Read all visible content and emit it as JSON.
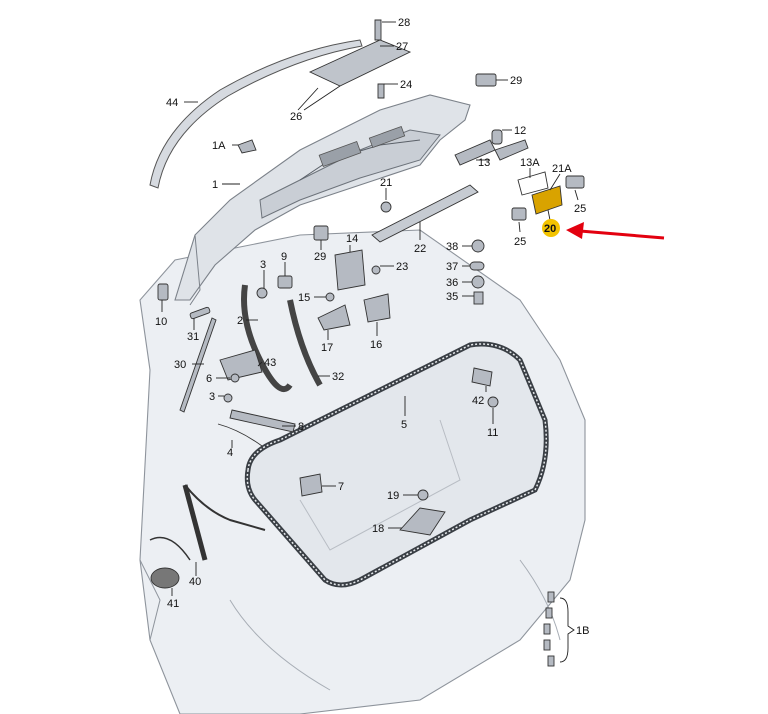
{
  "highlight": {
    "label": "20",
    "color": "#f3c300",
    "arrow_color": "#e3000f"
  },
  "callouts": [
    {
      "id": "c28",
      "label": "28"
    },
    {
      "id": "c27",
      "label": "27"
    },
    {
      "id": "c29",
      "label": "29"
    },
    {
      "id": "c24",
      "label": "24"
    },
    {
      "id": "c44",
      "label": "44"
    },
    {
      "id": "c26",
      "label": "26"
    },
    {
      "id": "c12",
      "label": "12"
    },
    {
      "id": "c1A",
      "label": "1A"
    },
    {
      "id": "c13",
      "label": "13"
    },
    {
      "id": "c13A",
      "label": "13A"
    },
    {
      "id": "c21A",
      "label": "21A"
    },
    {
      "id": "c1",
      "label": "1"
    },
    {
      "id": "c21",
      "label": "21"
    },
    {
      "id": "c25a",
      "label": "25"
    },
    {
      "id": "c25b",
      "label": "25"
    },
    {
      "id": "c22",
      "label": "22"
    },
    {
      "id": "c14",
      "label": "14"
    },
    {
      "id": "c38",
      "label": "38"
    },
    {
      "id": "c9",
      "label": "9"
    },
    {
      "id": "c29b",
      "label": "29"
    },
    {
      "id": "c3a",
      "label": "3"
    },
    {
      "id": "c23",
      "label": "23"
    },
    {
      "id": "c37",
      "label": "37"
    },
    {
      "id": "c36",
      "label": "36"
    },
    {
      "id": "c15",
      "label": "15"
    },
    {
      "id": "c35",
      "label": "35"
    },
    {
      "id": "c10",
      "label": "10"
    },
    {
      "id": "c31",
      "label": "31"
    },
    {
      "id": "c2",
      "label": "2"
    },
    {
      "id": "c17",
      "label": "17"
    },
    {
      "id": "c16",
      "label": "16"
    },
    {
      "id": "c43",
      "label": "43"
    },
    {
      "id": "c30",
      "label": "30"
    },
    {
      "id": "c6",
      "label": "6"
    },
    {
      "id": "c32",
      "label": "32"
    },
    {
      "id": "c3b",
      "label": "3"
    },
    {
      "id": "c42",
      "label": "42"
    },
    {
      "id": "c5",
      "label": "5"
    },
    {
      "id": "c8",
      "label": "8"
    },
    {
      "id": "c11",
      "label": "11"
    },
    {
      "id": "c4",
      "label": "4"
    },
    {
      "id": "c7",
      "label": "7"
    },
    {
      "id": "c19",
      "label": "19"
    },
    {
      "id": "c18",
      "label": "18"
    },
    {
      "id": "c40",
      "label": "40"
    },
    {
      "id": "c41",
      "label": "41"
    },
    {
      "id": "c1B",
      "label": "1B"
    }
  ]
}
